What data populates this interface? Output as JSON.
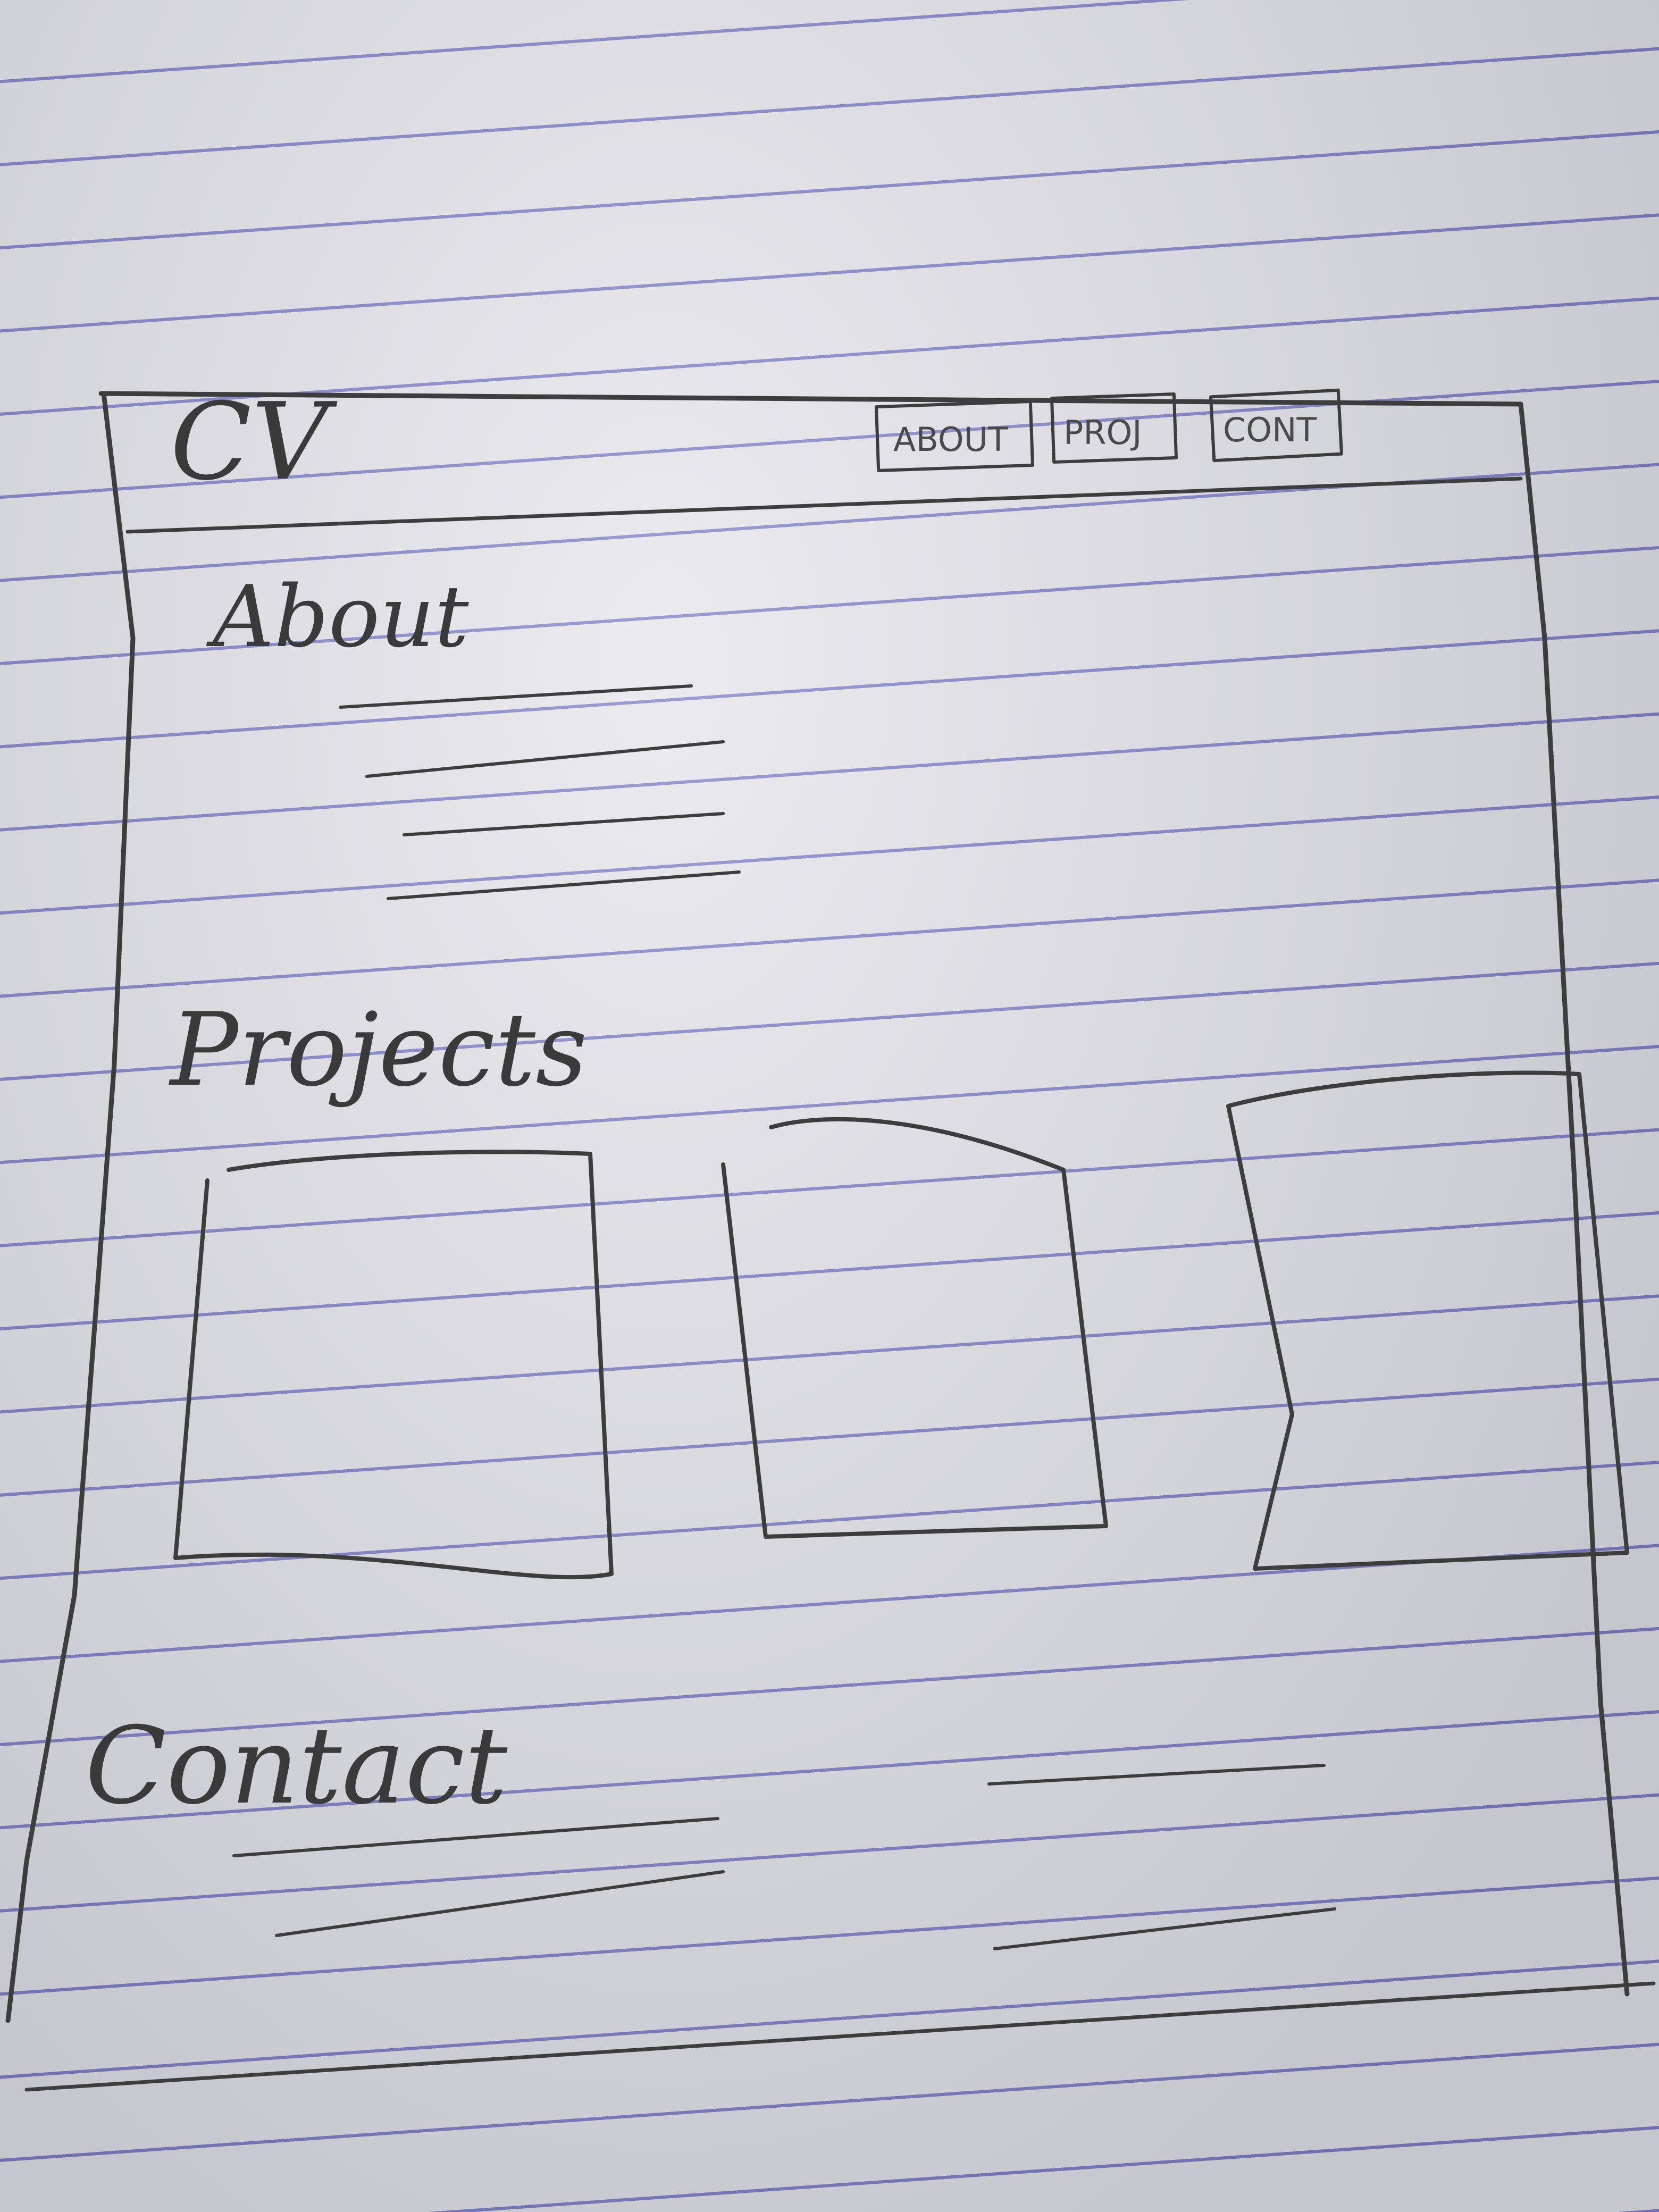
{
  "header": {
    "logo": "CV",
    "nav": [
      {
        "label": "ABOUT"
      },
      {
        "label": "PROJ"
      },
      {
        "label": "CONT"
      }
    ]
  },
  "about": {
    "heading": "About",
    "text_lines": 4
  },
  "projects": {
    "heading": "Projects",
    "cards": 3
  },
  "contact": {
    "heading": "Contact",
    "left_lines": 2,
    "right_lines": 2
  }
}
